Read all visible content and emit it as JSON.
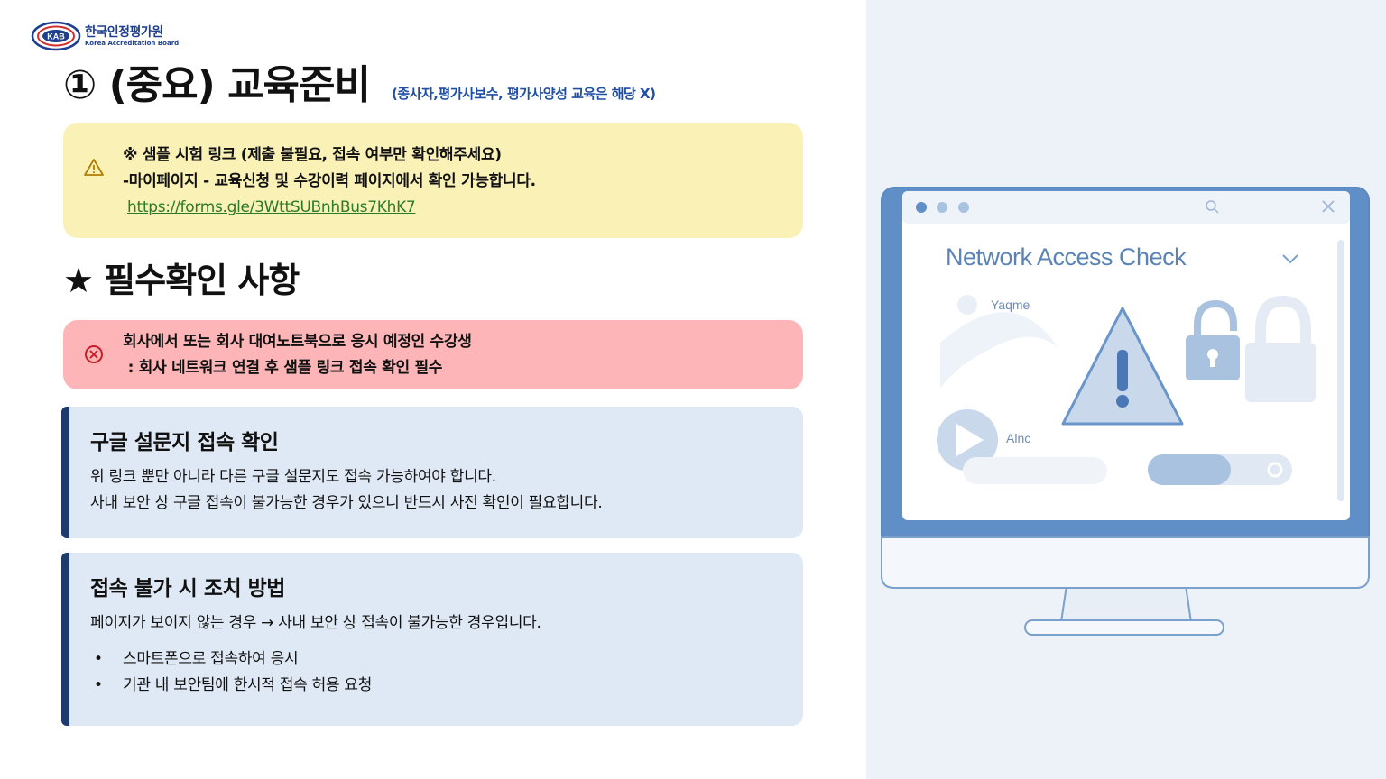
{
  "logo": {
    "name_ko": "한국인정평가원",
    "name_en": "Korea Accreditation Board",
    "mark": "KAB"
  },
  "title": "① (중요) 교육준비",
  "title_note": "(종사자,평가사보수, 평가사양성 교육은 해당 X)",
  "notice": {
    "icon": "warning-icon",
    "line1": "※ 샘플 시험 링크 (제출 불필요, 접속 여부만 확인해주세요)",
    "line2": "-마이페이지 - 교육신청 및 수강이력 페이지에서 확인 가능합니다.",
    "link": "https://forms.gle/3WttSUBnhBus7KhK7"
  },
  "required_heading": "★ 필수확인 사항",
  "alert": {
    "icon": "error-circle-icon",
    "line1": "회사에서 또는 회사 대여노트북으로 응시 예정인 수강생",
    "line2": " : 회사 네트워크 연결 후 샘플 링크 접속 확인 필수"
  },
  "card_google": {
    "title": "구글 설문지 접속 확인",
    "line1": "위 링크 뿐만 아니라 다른 구글 설문지도 접속 가능하여야 합니다.",
    "line2": "사내 보안 상 구글 접속이 불가능한 경우가 있으니 반드시 사전 확인이 필요합니다."
  },
  "card_fail": {
    "title": "접속 불가 시 조치 방법",
    "line1": "페이지가 보이지 않는 경우 → 사내 보안 상 접속이 불가능한 경우입니다.",
    "bullets": [
      {
        "dot": "•",
        "text": "스마트폰으로 접속하여 응시"
      },
      {
        "dot": "•",
        "text": "기관 내 보안팀에 한시적 접속 허용 요청"
      }
    ]
  },
  "illustration": {
    "window_title": "Network Access Check",
    "label_1": "Yaqme",
    "label_2": "Alnc"
  },
  "colors": {
    "notice_bg": "#f9f1b6",
    "alert_bg": "#fdb5b7",
    "card_bg": "#dfe9f5",
    "card_accent": "#1f3b6e",
    "link": "#2a7a2a",
    "note": "#1f4ea3",
    "illustration": "#6a95c9"
  }
}
